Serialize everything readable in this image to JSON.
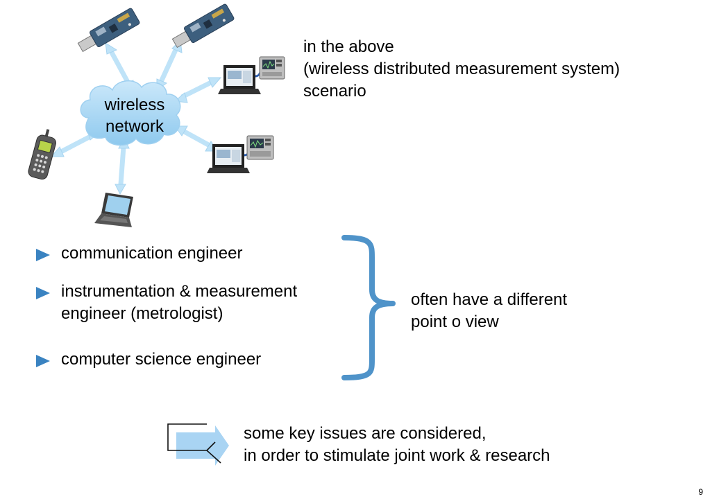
{
  "diagram": {
    "cloud_label": [
      "wireless",
      "network"
    ],
    "devices": [
      "usb-sensor-node-icon",
      "usb-sensor-node-icon",
      "laptop-with-instrument-icon",
      "laptop-with-instrument-icon",
      "mobile-phone-icon",
      "laptop-icon"
    ],
    "colors": {
      "cloud": "#a9d6f3",
      "arrow": "#bfe3f8",
      "accent": "#3a83c1"
    }
  },
  "scenario_text": [
    "in the above",
    "(wireless distributed measurement system)",
    "scenario"
  ],
  "bullets": [
    {
      "lines": [
        "communication engineer"
      ]
    },
    {
      "lines": [
        "instrumentation & measurement",
        "engineer (metrologist)"
      ]
    },
    {
      "lines": [
        "computer science engineer"
      ]
    }
  ],
  "brace_text": [
    "often have a different",
    "point o view"
  ],
  "conclusion": [
    "some key issues are considered,",
    "in order to stimulate joint work & research"
  ],
  "page_number": "9"
}
